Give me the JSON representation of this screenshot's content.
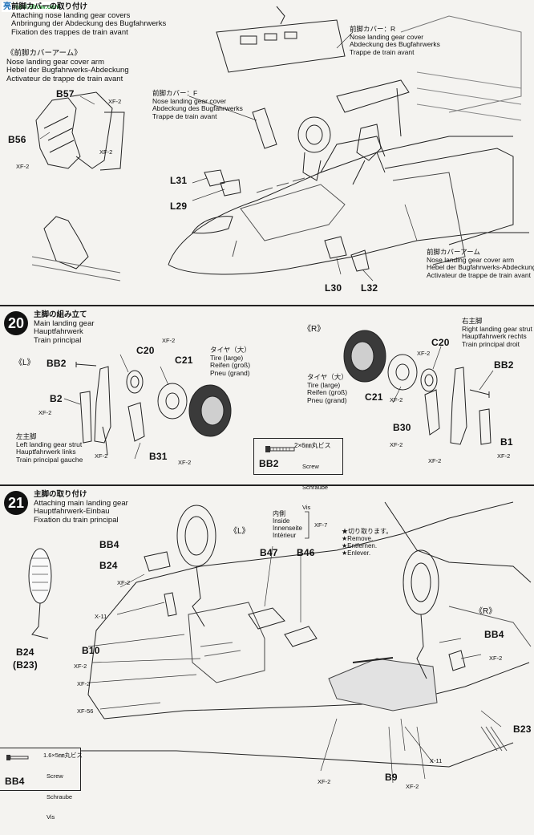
{
  "watermark": {
    "text": "亮",
    "sub": "mod-show.com"
  },
  "step19": {
    "title": [
      "前脚カバーの取り付け",
      "Attaching nose landing gear covers",
      "Anbringung der Abdeckung des Bugfahrwerks",
      "Fixation des trappes de train avant"
    ],
    "arm_caption": [
      "《前脚カバーアーム》",
      "Nose landing gear cover arm",
      "Hebel der Bugfahrwerks-Abdeckung",
      "Activateur de trappe de train avant"
    ],
    "cover_f_caption": [
      "前脚カバー：F",
      "Nose landing gear cover",
      "Abdeckung des Bugfahrwerks",
      "Trappe de train avant"
    ],
    "cover_r_caption": [
      "前脚カバー：R",
      "Nose landing gear cover",
      "Abdeckung des Bugfahrwerks",
      "Trappe de train avant"
    ],
    "arm_caption2": [
      "前脚カバーアーム",
      "Nose landing gear cover arm",
      "Hebel der Bugfahrwerks-Abdeckung",
      "Activateur de trappe de train avant"
    ],
    "parts": {
      "b57": "B57",
      "b56": "B56",
      "l31": "L31",
      "l29": "L29",
      "l30": "L30",
      "l32": "L32"
    },
    "paints": {
      "xf2": "XF-2"
    }
  },
  "step20": {
    "number": "20",
    "title": [
      "主脚の組み立て",
      "Main landing gear",
      "Hauptfahrwerk",
      "Train principal"
    ],
    "left_marker": "《L》",
    "right_marker": "《R》",
    "tire_large_left": [
      "タイヤ（大）",
      "Tire (large)",
      "Reifen (groß)",
      "Pneu (grand)"
    ],
    "tire_large_right": [
      "タイヤ（大）",
      "Tire (large)",
      "Reifen (groß)",
      "Pneu (grand)"
    ],
    "left_strut": [
      "左主脚",
      "Left landing gear strut",
      "Hauptfahrwerk links",
      "Train principal gauche"
    ],
    "right_strut": [
      "右主脚",
      "Right landing gear strut",
      "Hauptfahrwerk rechts",
      "Train principal droit"
    ],
    "parts": {
      "c20": "C20",
      "c21": "C21",
      "bb2": "BB2",
      "b2": "B2",
      "b31": "B31",
      "b30": "B30",
      "b1": "B1"
    },
    "paints": {
      "xf2": "XF-2"
    },
    "screw": {
      "size": "2×6㎜丸ビス",
      "lines": [
        "Screw",
        "Schraube",
        "Vis"
      ],
      "part": "BB2"
    }
  },
  "step21": {
    "number": "21",
    "title": [
      "主脚の取り付け",
      "Attaching main landing gear",
      "Hauptfahrwerk-Einbau",
      "Fixation du train principal"
    ],
    "left_marker": "《L》",
    "right_marker": "《R》",
    "inside": [
      "内側",
      "Inside",
      "Innenseite",
      "Intérieur"
    ],
    "inside_paint": "XF-7",
    "remove": [
      "★切り取ります。",
      "★Remove.",
      "★Entfernen.",
      "★Enlever."
    ],
    "parts": {
      "bb4": "BB4",
      "b24": "B24",
      "b47": "B47",
      "b46": "B46",
      "b10": "B10",
      "b24b23": "B24",
      "b23paren": "(B23)",
      "b23": "B23",
      "b9": "B9"
    },
    "paints": {
      "xf2": "XF-2",
      "x11": "X-11",
      "xf56": "XF-56"
    },
    "screw": {
      "size": "1.6×5㎜丸ビス",
      "lines": [
        "Screw",
        "Schraube",
        "Vis"
      ],
      "part": "BB4"
    }
  }
}
